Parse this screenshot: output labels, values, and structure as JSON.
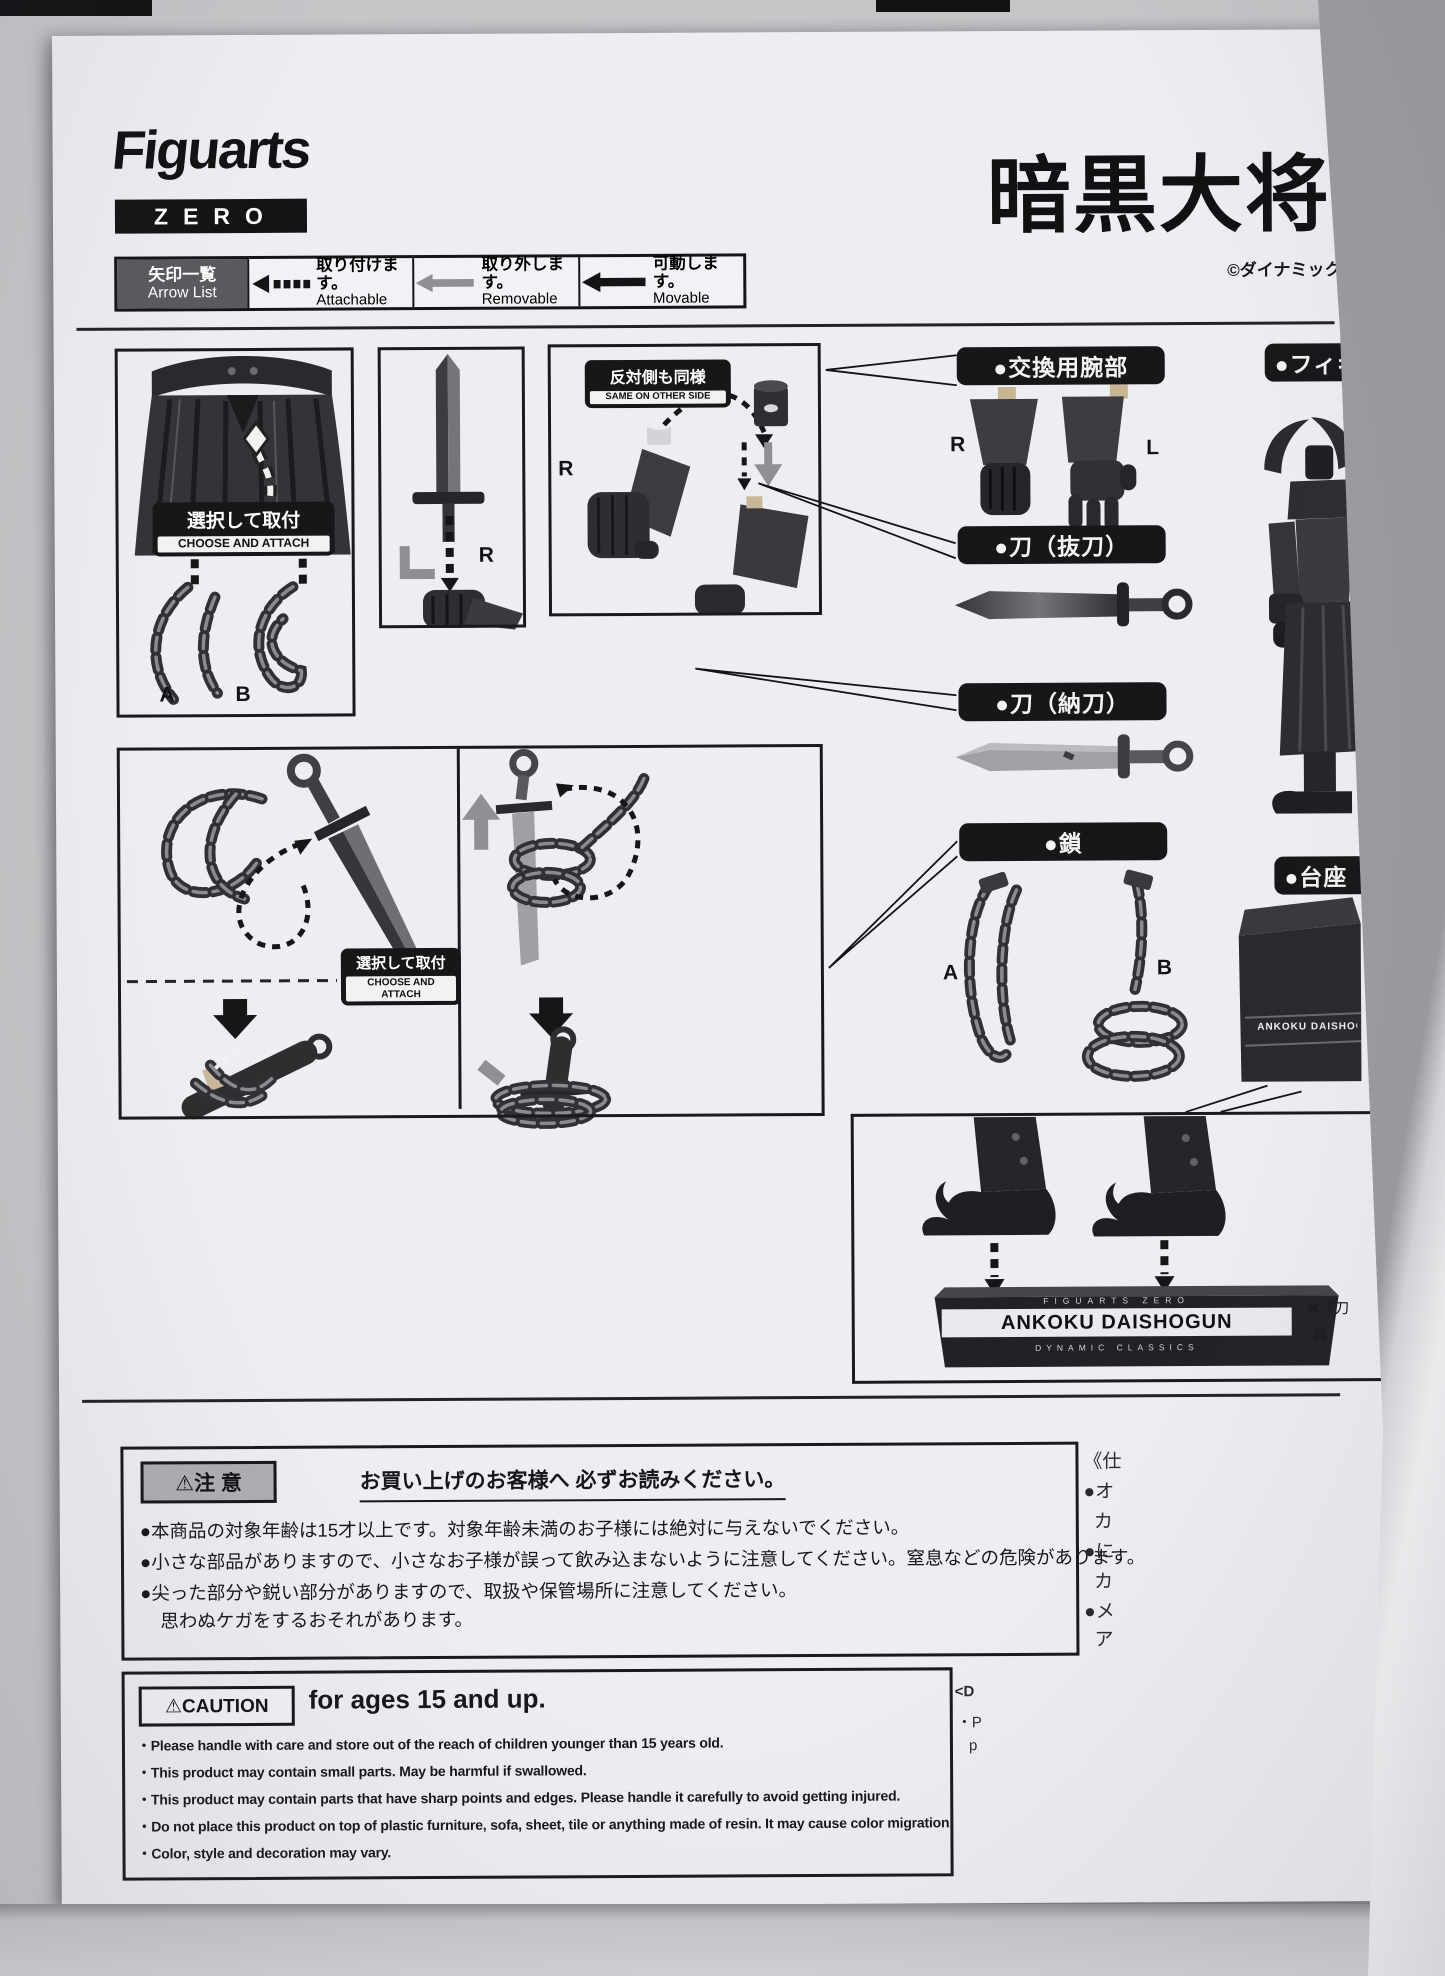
{
  "photo": {
    "background": "#c6c6c9",
    "paper": "#edeef2",
    "pill_bg": "#17171a",
    "gray_arrow": "#8f8f94",
    "badge_gray": "#aeaeb2"
  },
  "header": {
    "brand": "Figuarts",
    "brand_sub": "ZERO",
    "title": "暗黒大将軍",
    "copyright": "©ダイナミック企画",
    "arrow_list": {
      "label_jp": "矢印一覧",
      "label_en": "Arrow List",
      "items": [
        {
          "jp": "取り付けます。",
          "en": "Attachable",
          "arrow": "dashed-black-arrow"
        },
        {
          "jp": "取り外します。",
          "en": "Removable",
          "arrow": "solid-gray-arrow"
        },
        {
          "jp": "可動します。",
          "en": "Movable",
          "arrow": "solid-black-arrow"
        }
      ]
    }
  },
  "diagram": {
    "choose_attach": {
      "jp": "選択して取付",
      "en": "CHOOSE AND ATTACH"
    },
    "choose_attach2": {
      "jp": "選択して取付",
      "en1": "CHOOSE AND",
      "en2": "ATTACH"
    },
    "same_other_side": {
      "jp": "反対側も同様",
      "en": "SAME ON OTHER SIDE"
    },
    "marks": {
      "right": "R",
      "left": "L",
      "a": "A",
      "b": "B"
    },
    "part_labels": {
      "arms": "●交換用腕部",
      "sword_drawn": "●刀（抜刀）",
      "sword_sheathed": "●刀（納刀）",
      "chain": "●鎖",
      "figure": "●フィギュア",
      "stand": "●台座"
    },
    "stand_plate": {
      "top": "FIGUARTS ZERO",
      "main": "ANKOKU DAISHOGUN",
      "bottom": "DYNAMIC CLASSICS"
    },
    "display_box_text": "ANKOKU DAISHOGUN",
    "note": {
      "line1": "※「刀",
      "line2": "台"
    }
  },
  "caution_jp": {
    "badge": "⚠注 意",
    "headline": "お買い上げのお客様へ 必ずお読みください。",
    "bullets": [
      "●本商品の対象年齢は15才以上です。対象年齢未満のお子様には絶対に与えないでください。",
      "●小さな部品がありますので、小さなお子様が誤って飲み込まないように注意してください。窒息などの危険があります。",
      "●尖った部分や鋭い部分がありますので、取扱や保管場所に注意してください。",
      "思わぬケガをするおそれがあります。"
    ]
  },
  "caution_en": {
    "badge": "⚠CAUTION",
    "headline": "for ages 15 and up.",
    "bullets": [
      "・Please handle with care and store out of the reach of children younger than 15 years old.",
      "・This product may contain small parts. May be harmful if swallowed.",
      "・This product may contain parts that have sharp points and edges. Please handle it carefully to avoid getting injured.",
      "・Do not place this product on top of plastic furniture, sofa, sheet, tile or anything made of resin. It may cause color migration.",
      "・Color, style and decoration may vary."
    ]
  },
  "edge_fragments": {
    "spec_column": [
      "《仕",
      "●オ",
      "カ",
      "●に",
      "カ",
      "●メ",
      "ア"
    ],
    "display_column": [
      "<D",
      "・P",
      "p"
    ]
  }
}
